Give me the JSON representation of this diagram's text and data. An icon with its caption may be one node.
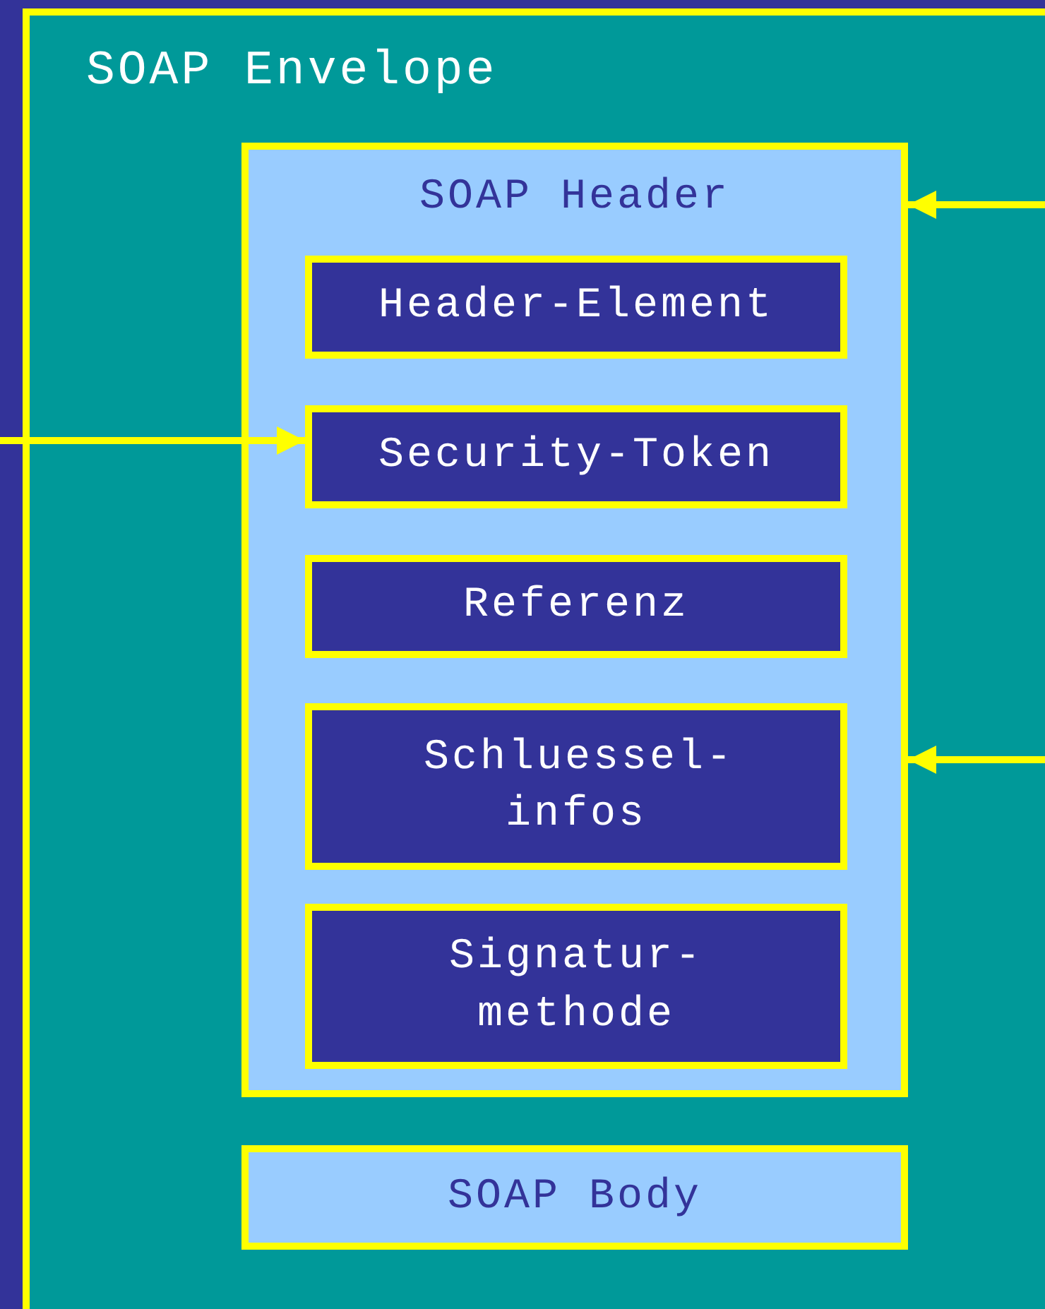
{
  "diagram": {
    "nodes": [
      {
        "text": [
          "SOAP Envelope"
        ]
      },
      {
        "text": [
          "SOAP Header"
        ],
        "in": 0
      },
      {
        "text": [
          "Header-Element"
        ],
        "in": 1
      },
      {
        "text": [
          "Security-Token"
        ],
        "in": 1
      },
      {
        "text": [
          "Referenz"
        ],
        "in": 1
      },
      {
        "text": [
          "Schluessel- infos"
        ],
        "in": 1
      },
      {
        "text": [
          "Signatur- methode"
        ],
        "in": 1
      },
      {
        "text": [
          "SOAP Body"
        ],
        "in": 0
      }
    ],
    "edges": [
      {
        "from": null,
        "to": 3,
        "arrow": "to"
      },
      {
        "from": null,
        "to": 1,
        "arrow": "to"
      },
      {
        "from": null,
        "to": 1,
        "arrow": "to"
      }
    ]
  }
}
